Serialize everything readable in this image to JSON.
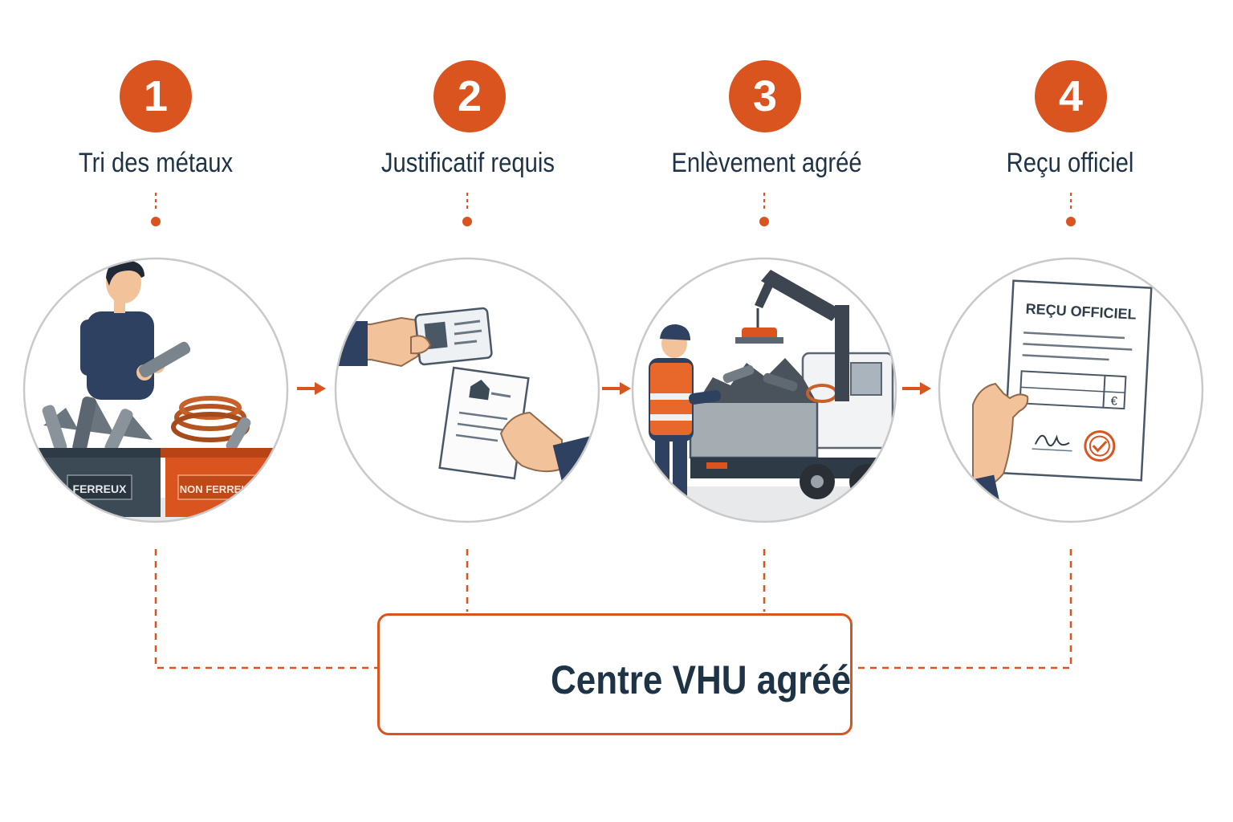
{
  "colors": {
    "accent": "#d9541e",
    "navy": "#1f3347",
    "circle_border": "#c9c9c9",
    "steel": "#5b6670",
    "copper": "#c8602a",
    "skin": "#f2c39b"
  },
  "steps": [
    {
      "number": "1",
      "title": "Tri des métaux",
      "bins": {
        "ferrous": "FERREUX",
        "non_ferrous": "NON FERREUX"
      }
    },
    {
      "number": "2",
      "title": "Justificatif requis"
    },
    {
      "number": "3",
      "title": "Enlèvement agréé"
    },
    {
      "number": "4",
      "title": "Reçu officiel",
      "document": {
        "heading": "REÇU OFFICIEL",
        "currency_symbol": "€"
      }
    }
  ],
  "center": {
    "label": "Centre VHU agréé",
    "icon": "warehouse-recycle-icon"
  },
  "icons": {
    "arrows": "arrow-right-icon",
    "id_card": "id-card-icon",
    "proof_of_address": "house-document-icon",
    "truck": "crane-truck-icon",
    "receipt": "receipt-document-icon",
    "check": "check-stamp-icon"
  }
}
